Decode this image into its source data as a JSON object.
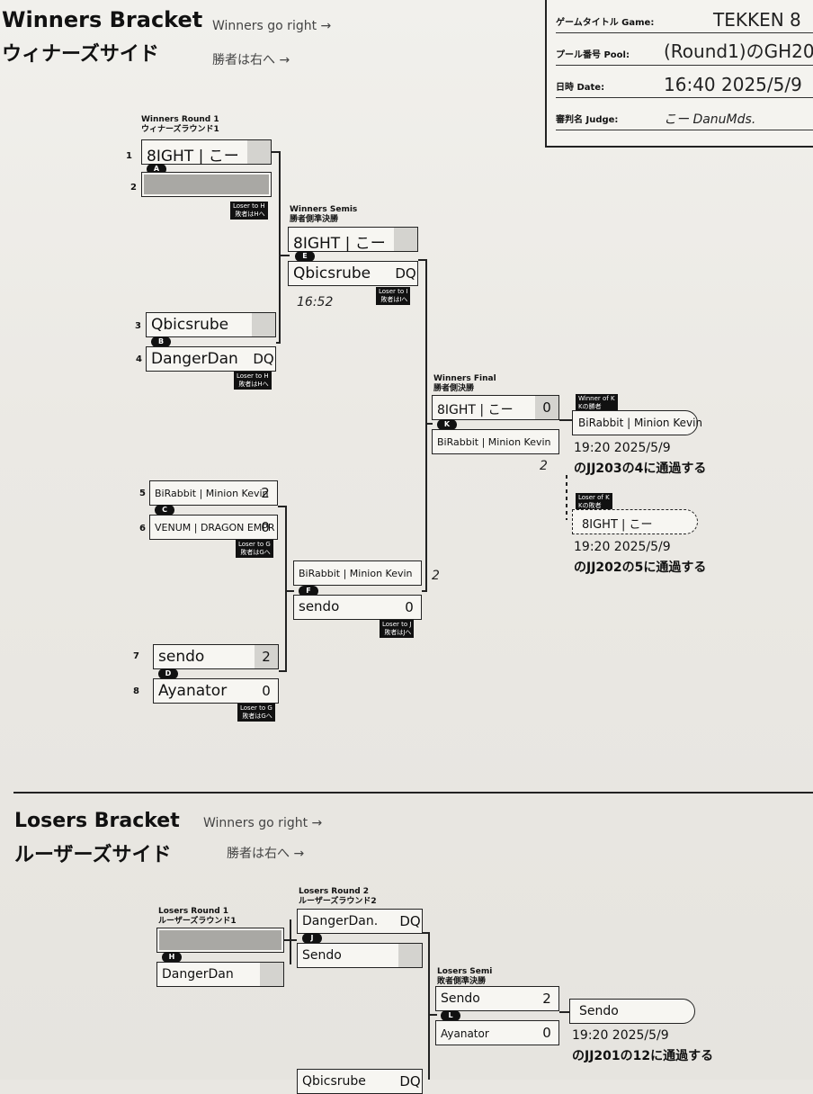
{
  "winners": {
    "title_en": "Winners Bracket",
    "hint_en": "Winners go right →",
    "title_jp": "ウィナーズサイド",
    "hint_jp": "勝者は右へ →",
    "round1": {
      "label_en": "Winners Round 1",
      "label_jp": "ウィナーズラウンド1"
    },
    "semis": {
      "label_en": "Winners Semis",
      "label_jp": "勝者側準決勝"
    },
    "final": {
      "label_en": "Winners Final",
      "label_jp": "勝者側決勝"
    }
  },
  "header": {
    "game_label": "ゲームタイトル Game:",
    "game_value": "TEKKEN 8",
    "pool_label": "プール番号 Pool:",
    "pool_value": "(Round1)のGH20",
    "date_label": "日時 Date:",
    "date_value": "16:40 2025/5/9",
    "judge_label": "審判名 Judge:",
    "judge_value": "こー DanuMds."
  },
  "matchA": {
    "badge": "A",
    "p1": {
      "seed": "1",
      "name": "8IGHT | こー",
      "score": ""
    },
    "p2": {
      "seed": "2",
      "name": "",
      "score": ""
    },
    "loser_en": "Loser to H",
    "loser_jp": "敗者はHへ"
  },
  "matchB": {
    "badge": "B",
    "p1": {
      "seed": "3",
      "name": "Qbicsrube",
      "score": ""
    },
    "p2": {
      "seed": "4",
      "name": "DangerDan",
      "score": "DQ"
    },
    "loser_en": "Loser to H",
    "loser_jp": "敗者はHへ"
  },
  "matchC": {
    "badge": "C",
    "p1": {
      "seed": "5",
      "name": "BiRabbit | Minion Kevin",
      "score": "2"
    },
    "p2": {
      "seed": "6",
      "name": "VENUM | DRAGON EMPR",
      "score": "0"
    },
    "loser_en": "Loser to G",
    "loser_jp": "敗者はGへ"
  },
  "matchD": {
    "badge": "D",
    "p1": {
      "seed": "7",
      "name": "sendo",
      "score": "2"
    },
    "p2": {
      "seed": "8",
      "name": "Ayanator",
      "score": "0"
    },
    "loser_en": "Loser to G",
    "loser_jp": "敗者はGへ"
  },
  "matchE": {
    "badge": "E",
    "p1": {
      "name": "8IGHT | こー",
      "score": ""
    },
    "p2": {
      "name": "Qbicsrube",
      "score": "DQ"
    },
    "time": "16:52",
    "loser_en": "Loser to I",
    "loser_jp": "敗者はIへ"
  },
  "matchF": {
    "badge": "F",
    "p1": {
      "name": "BiRabbit | Minion Kevin",
      "score": "2"
    },
    "p2": {
      "name": "sendo",
      "score": "0"
    },
    "loser_en": "Loser to J",
    "loser_jp": "敗者はJへ"
  },
  "matchK": {
    "badge": "K",
    "p1": {
      "name": "8IGHT | こー",
      "score": "0"
    },
    "p2": {
      "name": "BiRabbit | Minion Kevin",
      "score": "2"
    }
  },
  "winnerK": {
    "label_en": "Winner of K",
    "label_jp": "Kの勝者",
    "name": "BiRabbit | Minion Kevin",
    "time": "19:20 2025/5/9",
    "advance": "のJJ203の4に通過する"
  },
  "loserK": {
    "label_en": "Loser of K",
    "label_jp": "Kの敗者",
    "name": "8IGHT | こー",
    "time": "19:20 2025/5/9",
    "advance": "のJJ202の5に通過する"
  },
  "losers": {
    "title_en": "Losers Bracket",
    "hint_en": "Winners go right →",
    "title_jp": "ルーザーズサイド",
    "hint_jp": "勝者は右へ →",
    "round1": {
      "label_en": "Losers Round 1",
      "label_jp": "ルーザーズラウンド1"
    },
    "round2": {
      "label_en": "Losers Round 2",
      "label_jp": "ルーザーズラウンド2"
    },
    "semi": {
      "label_en": "Losers Semi",
      "label_jp": "敗者側準決勝"
    }
  },
  "matchH": {
    "badge": "H",
    "p1": {
      "name": "",
      "score": ""
    },
    "p2": {
      "name": "DangerDan",
      "score": ""
    }
  },
  "matchJ": {
    "badge": "J",
    "p1": {
      "name": "DangerDan.",
      "score": "DQ"
    },
    "p2": {
      "name": "Sendo",
      "score": ""
    }
  },
  "matchL": {
    "badge": "L",
    "p1": {
      "name": "Sendo",
      "score": "2"
    },
    "p2": {
      "name": "Ayanator",
      "score": "0"
    }
  },
  "winnerL": {
    "name": "Sendo",
    "time": "19:20 2025/5/9",
    "advance": "のJJ201の12に通過する"
  },
  "partial": {
    "name": "Qbicsrube",
    "score": "DQ"
  }
}
